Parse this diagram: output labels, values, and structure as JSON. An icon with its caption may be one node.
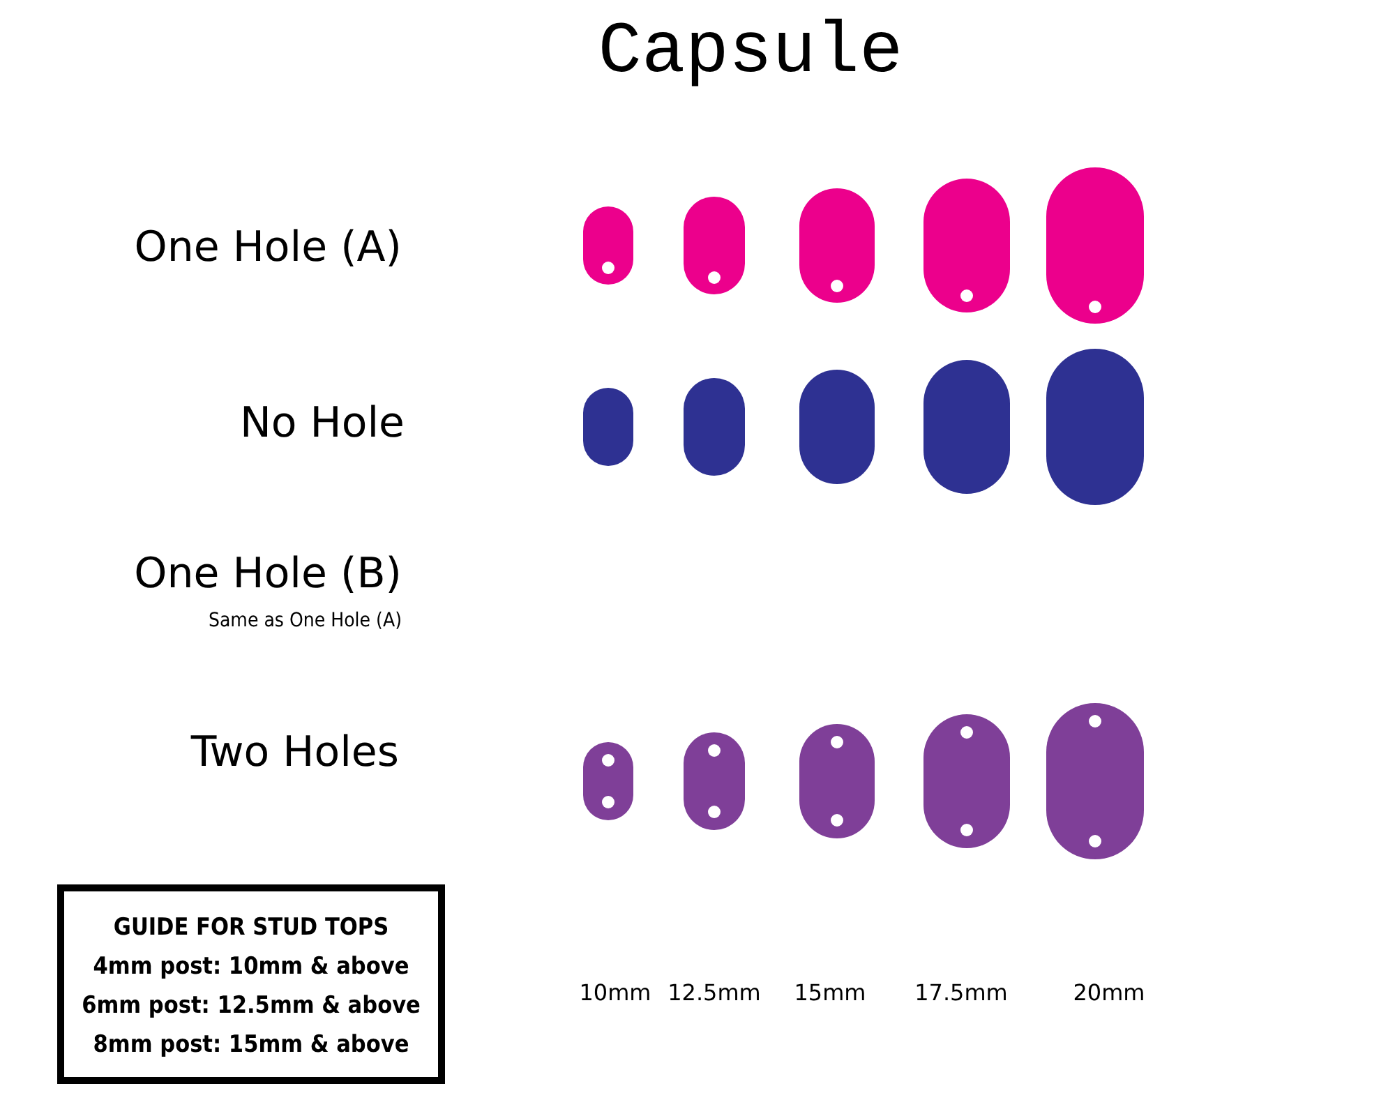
{
  "diagram": {
    "title": "Capsule",
    "nodes": [
      {
        "text": [
          "GUIDE FOR STUD TOPS",
          "4mm post: 10mm & above",
          "6mm post: 12.5mm & above",
          "8mm post: 15mm & above"
        ]
      }
    ],
    "labels": [
      "One Hole (A)",
      "No Hole",
      "One Hole (B)",
      "Same as One Hole (A)",
      "Two Holes",
      "10mm",
      "12.5mm",
      "15mm",
      "17.5mm",
      "20mm"
    ]
  }
}
